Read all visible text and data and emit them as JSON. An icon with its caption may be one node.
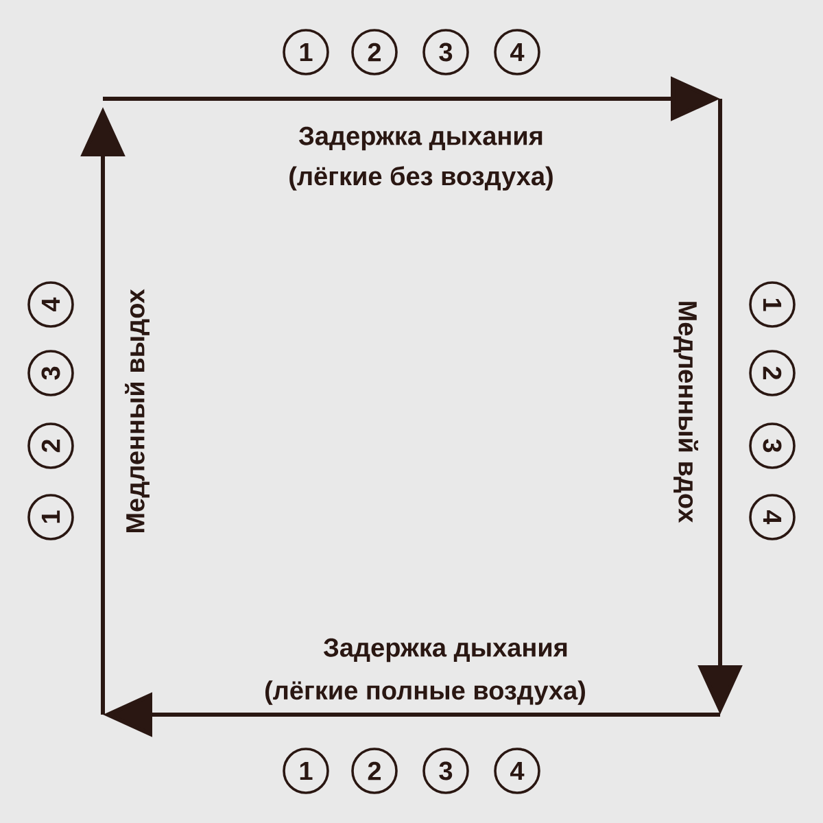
{
  "diagram": {
    "nodes": [
      {
        "text": [
          "1"
        ]
      },
      {
        "text": [
          "2"
        ]
      },
      {
        "text": [
          "3"
        ]
      },
      {
        "text": [
          "4"
        ]
      },
      {
        "text": [
          "1"
        ]
      },
      {
        "text": [
          "2"
        ]
      },
      {
        "text": [
          "3"
        ]
      },
      {
        "text": [
          "4"
        ]
      },
      {
        "text": [
          "1"
        ]
      },
      {
        "text": [
          "2"
        ]
      },
      {
        "text": [
          "3"
        ]
      },
      {
        "text": [
          "4"
        ]
      },
      {
        "text": [
          "1"
        ]
      },
      {
        "text": [
          "2"
        ]
      },
      {
        "text": [
          "3"
        ]
      },
      {
        "text": [
          "4"
        ]
      }
    ],
    "labels": [
      "Задержка дыхания",
      "(лёгкие без воздуха)",
      "Медленный выдох",
      "Медленный вдох",
      "Задержка дыхания",
      "(лёгкие полные воздуха)"
    ]
  }
}
